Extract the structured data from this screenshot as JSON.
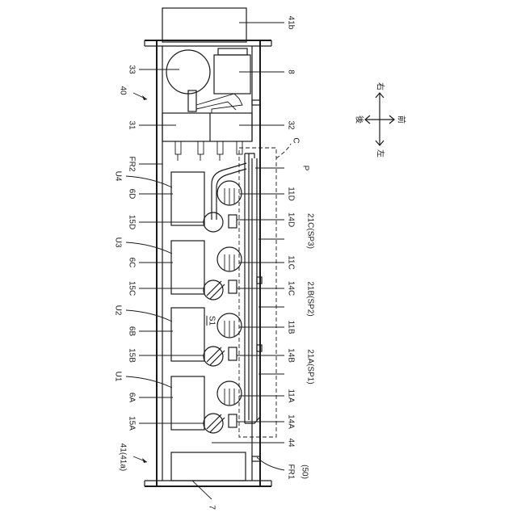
{
  "labels": {
    "l_41b": "41b",
    "l_33": "33",
    "l_8": "8",
    "l_40": "40",
    "l_31": "31",
    "l_32": "32",
    "l_FR2": "FR2",
    "l_C": "C",
    "l_U4": "U4",
    "l_6D": "6D",
    "l_P": "P",
    "l_11D": "11D",
    "l_15D": "15D",
    "l_14D": "14D",
    "l_21C": "21C(SP3)",
    "l_U3": "U3",
    "l_6C": "6C",
    "l_11C": "11C",
    "l_15C": "15C",
    "l_14C": "14C",
    "l_21B": "21B(SP2)",
    "l_U2": "U2",
    "l_6B": "6B",
    "l_S1": "S1",
    "l_11B": "11B",
    "l_15B": "15B",
    "l_14B": "14B",
    "l_21A": "21A(SP1)",
    "l_U1": "U1",
    "l_6A": "6A",
    "l_11A": "11A",
    "l_15A": "15A",
    "l_14A": "14A",
    "l_44": "44",
    "l_41": "41(41a)",
    "l_FR1": "FR1",
    "l_50": "(50)",
    "l_7": "7"
  },
  "compass": {
    "right": "右",
    "left": "左",
    "back": "後",
    "front": "前"
  }
}
